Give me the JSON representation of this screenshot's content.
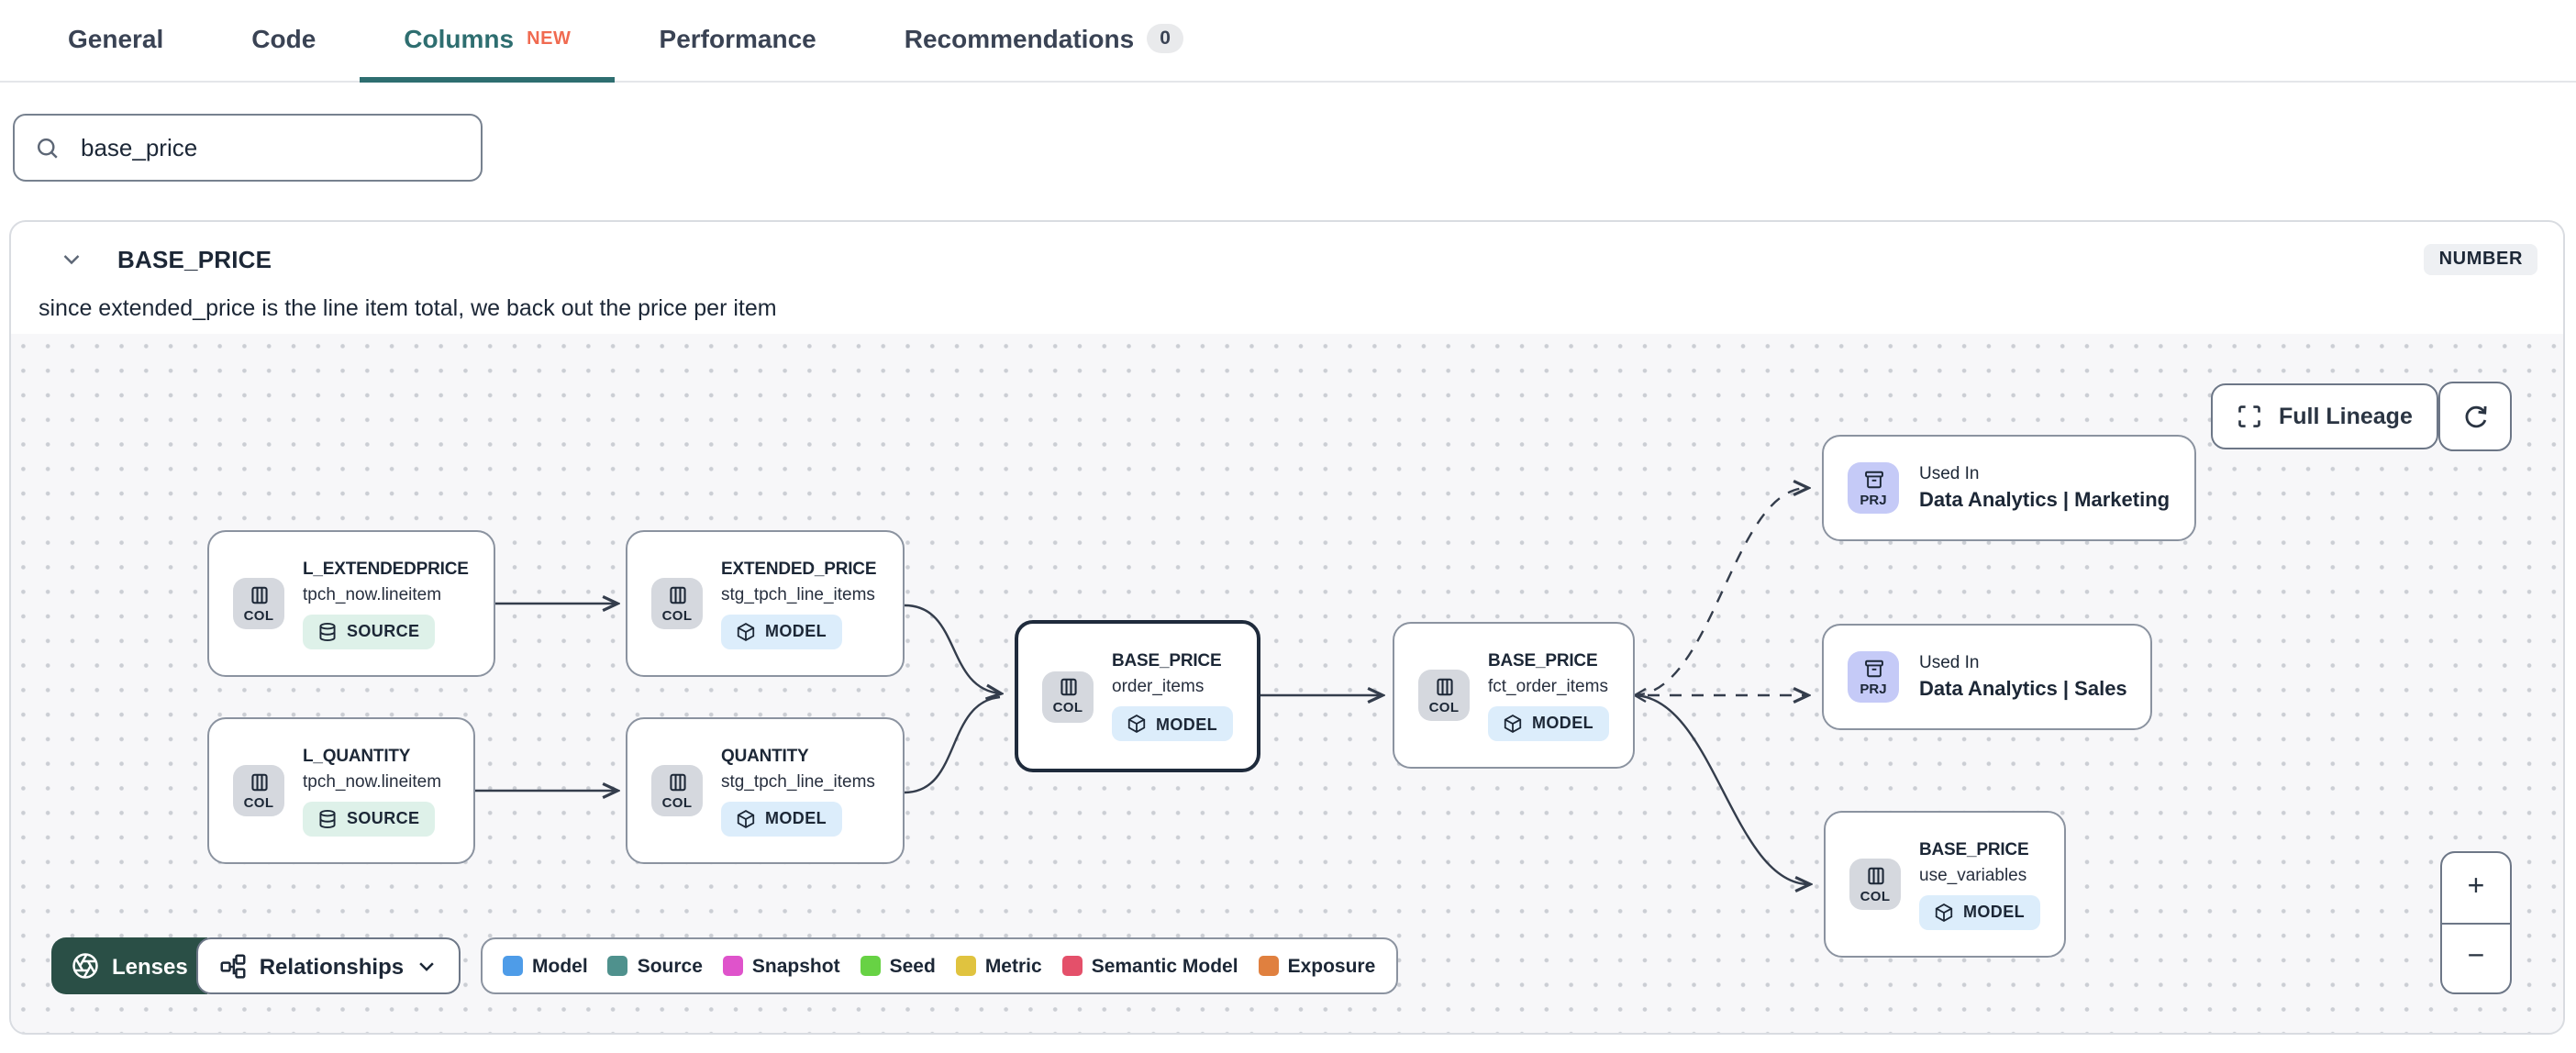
{
  "colors": {
    "accent_teal": "#2e6e70",
    "new_badge_text": "#f06a50",
    "lenses_bg": "#2a4f46",
    "model_badge_bg": "#dcedfb",
    "source_badge_bg": "#def1e9",
    "project_badge_bg": "#c5caf7",
    "col_badge_bg": "#d5d8de"
  },
  "tabs": {
    "items": [
      {
        "label": "General"
      },
      {
        "label": "Code"
      },
      {
        "label": "Columns",
        "badge": "NEW"
      },
      {
        "label": "Performance"
      },
      {
        "label": "Recommendations",
        "count": "0"
      }
    ]
  },
  "search": {
    "value": "base_price"
  },
  "column": {
    "name": "BASE_PRICE",
    "data_type": "NUMBER",
    "description": "since extended_price is the line item total, we back out the price per item"
  },
  "lineage": {
    "col_badge": "COL",
    "prj_badge": "PRJ",
    "controls": {
      "full_lineage": "Full Lineage",
      "zoom_in": "+",
      "zoom_out": "−"
    },
    "nodes": [
      {
        "title": "L_EXTENDEDPRICE",
        "subtitle": "tpch_now.lineitem",
        "kind": "SOURCE"
      },
      {
        "title": "EXTENDED_PRICE",
        "subtitle": "stg_tpch_line_items",
        "kind": "MODEL"
      },
      {
        "title": "L_QUANTITY",
        "subtitle": "tpch_now.lineitem",
        "kind": "SOURCE"
      },
      {
        "title": "QUANTITY",
        "subtitle": "stg_tpch_line_items",
        "kind": "MODEL"
      },
      {
        "title": "BASE_PRICE",
        "subtitle": "order_items",
        "kind": "MODEL",
        "selected": true
      },
      {
        "title": "BASE_PRICE",
        "subtitle": "fct_order_items",
        "kind": "MODEL"
      },
      {
        "title": "BASE_PRICE",
        "subtitle": "use_variables",
        "kind": "MODEL"
      }
    ],
    "projects": [
      {
        "label": "Used In",
        "name": "Data Analytics | Marketing"
      },
      {
        "label": "Used In",
        "name": "Data Analytics | Sales"
      }
    ],
    "footer": {
      "lenses": "Lenses",
      "relationships": "Relationships"
    },
    "legend": {
      "items": [
        {
          "label": "Model",
          "color": "#4e9ce8"
        },
        {
          "label": "Source",
          "color": "#4f918d"
        },
        {
          "label": "Snapshot",
          "color": "#df53cb"
        },
        {
          "label": "Seed",
          "color": "#67d244"
        },
        {
          "label": "Metric",
          "color": "#e0c33f"
        },
        {
          "label": "Semantic Model",
          "color": "#e4506a"
        },
        {
          "label": "Exposure",
          "color": "#e0803f"
        }
      ]
    }
  }
}
